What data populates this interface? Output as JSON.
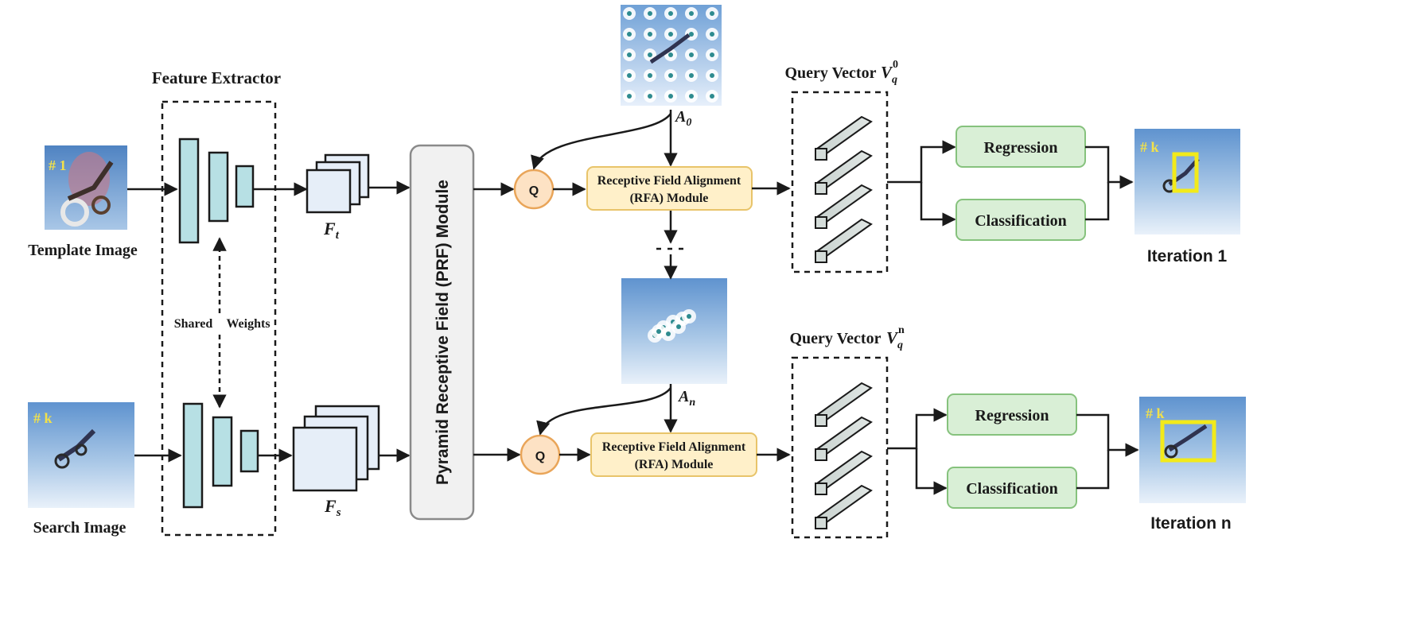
{
  "feature_extractor": {
    "title": "Feature Extractor",
    "shared_left": "Shared",
    "shared_right": "Weights"
  },
  "inputs": {
    "template": {
      "label": "Template Image",
      "tag": "# 1"
    },
    "search": {
      "label": "Search Image",
      "tag": "# k"
    }
  },
  "features": {
    "ft_base": "F",
    "ft_sub": "t",
    "fs_base": "F",
    "fs_sub": "s"
  },
  "prf": {
    "label": "Pyramid Receptive Field (PRF) Module"
  },
  "query_node": {
    "label": "Q"
  },
  "anchors": {
    "a0_base": "A",
    "a0_sub": "0",
    "an_base": "A",
    "an_sub": "n"
  },
  "rfa": {
    "line1": "Receptive Field Alignment",
    "line2": "(RFA) Module"
  },
  "query_vector": {
    "label": "Query Vector",
    "top_base": "V",
    "top_sub": "q",
    "top_sup": "0",
    "bottom_base": "V",
    "bottom_sub": "q",
    "bottom_sup": "n"
  },
  "heads": {
    "regression": "Regression",
    "classification": "Classification"
  },
  "outputs": {
    "iter1": "Iteration 1",
    "itern": "Iteration n",
    "tag": "# k"
  },
  "colors": {
    "encoder_fill": "#b7e0e4",
    "feature_fill": "#e6eef8",
    "prf_fill": "#f1f1f1",
    "q_fill": "#fde2c4",
    "q_stroke": "#e9a559",
    "rfa_fill": "#fff0c9",
    "rfa_stroke": "#e8c46a",
    "head_fill": "#d9efd6",
    "head_stroke": "#86c27d",
    "bar_fill": "#d4dcd9",
    "bbox": "#f2ea1a"
  }
}
